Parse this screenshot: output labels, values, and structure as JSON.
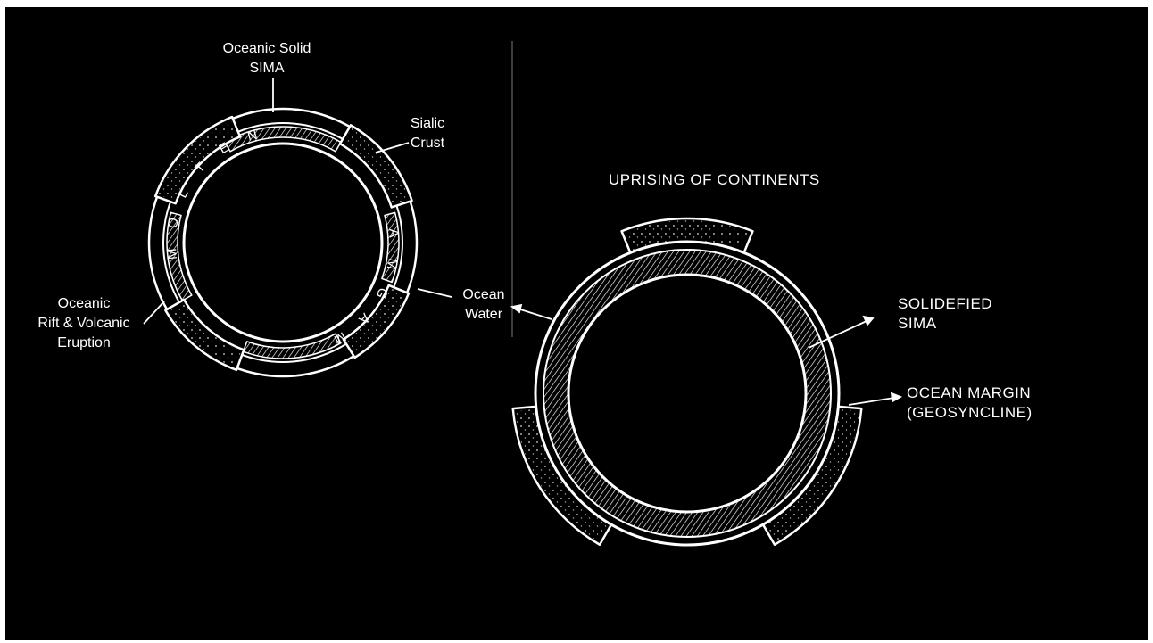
{
  "colors": {
    "background": "#000000",
    "ink": "#ffffff"
  },
  "left_diagram": {
    "labels": {
      "oceanic_solid_sima": "Oceanic Solid\nSIMA",
      "sialic_crust": "Sialic\nCrust",
      "ocean_water": "Ocean\nWater",
      "oceanic_rift": "Oceanic\nRift & Volcanic\nEruption"
    },
    "ring_text": {
      "molten": "MOLTEN",
      "magma": "MAGMA"
    }
  },
  "right_diagram": {
    "title": "UPRISING OF CONTINENTS",
    "labels": {
      "solidified_sima": "SOLIDEFIED\nSIMA",
      "ocean_margin": "OCEAN MARGIN\n(GEOSYNCLINE)"
    }
  }
}
